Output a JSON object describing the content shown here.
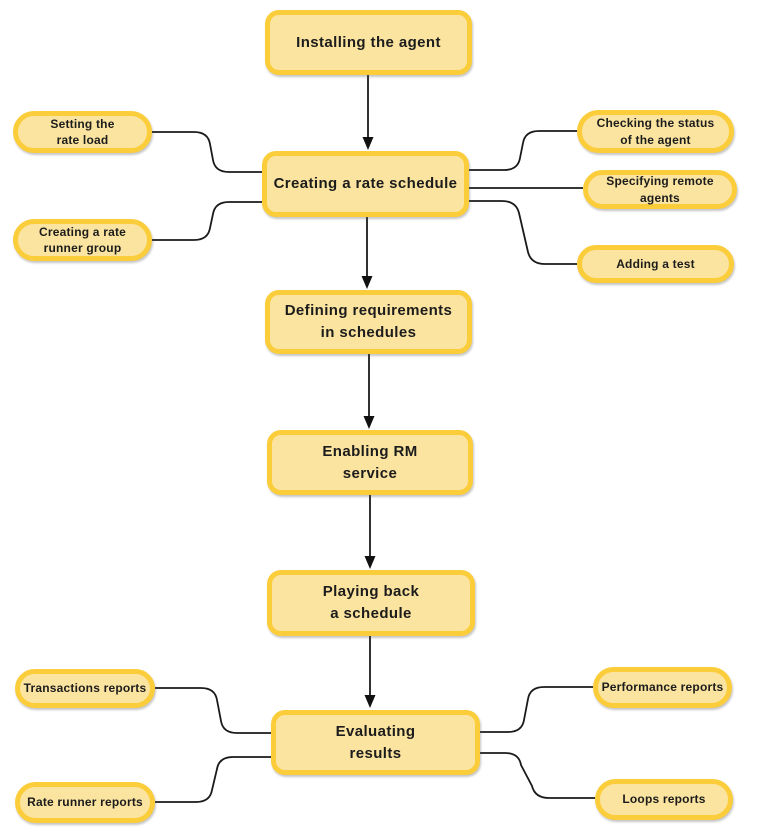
{
  "colors": {
    "background": "#FFFFFF",
    "node_fill": "#FBE4A0",
    "node_border": "#FBCD3B",
    "text": "#1C1C1C",
    "connector": "#1A1A1A"
  },
  "main_flow": [
    {
      "id": "installing-the-agent",
      "label": "Installing the agent"
    },
    {
      "id": "creating-a-rate-schedule",
      "label": "Creating a rate schedule"
    },
    {
      "id": "defining-requirements-in-schedules",
      "label": "Defining requirements\nin schedules"
    },
    {
      "id": "enabling-rm-service",
      "label": "Enabling RM\nservice"
    },
    {
      "id": "playing-back-a-schedule",
      "label": "Playing back\na schedule"
    },
    {
      "id": "evaluating-results",
      "label": "Evaluating\nresults"
    }
  ],
  "satellite_nodes": {
    "left_of_rate_schedule": [
      {
        "label": "Setting the\nrate load"
      },
      {
        "label": "Creating a rate\nrunner group"
      }
    ],
    "right_of_rate_schedule": [
      {
        "label": "Checking the status\nof the agent"
      },
      {
        "label": "Specifying remote\nagents"
      },
      {
        "label": "Adding a test"
      }
    ],
    "left_of_evaluating": [
      {
        "label": "Transactions reports"
      },
      {
        "label": "Rate runner reports"
      }
    ],
    "right_of_evaluating": [
      {
        "label": "Performance reports"
      },
      {
        "label": "Loops reports"
      }
    ]
  }
}
